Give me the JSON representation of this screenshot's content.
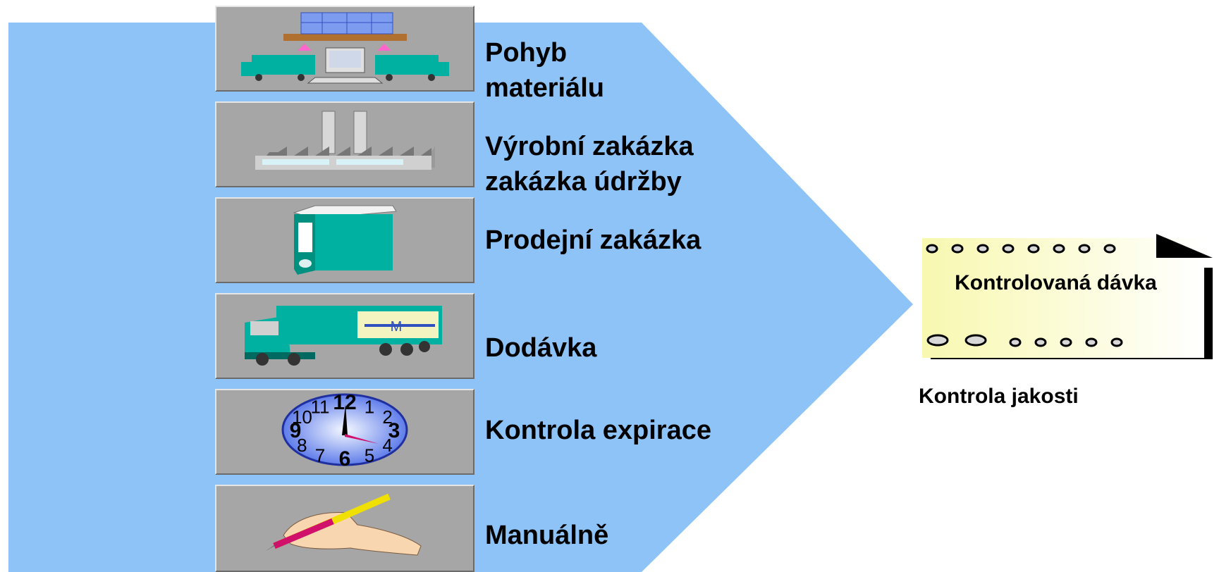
{
  "sources": [
    {
      "id": "material",
      "icon": "forklift-trucks-icon",
      "lines": [
        "Pohyb",
        "materiálu"
      ]
    },
    {
      "id": "production",
      "icon": "factory-icon",
      "lines": [
        "Výrobní zakázka",
        "zakázka údržby"
      ]
    },
    {
      "id": "sales",
      "icon": "binder-icon",
      "lines": [
        "Prodejní zakázka"
      ]
    },
    {
      "id": "delivery",
      "icon": "truck-icon",
      "lines": [
        "Dodávka"
      ]
    },
    {
      "id": "expiry",
      "icon": "clock-icon",
      "lines": [
        "Kontrola expirace"
      ]
    },
    {
      "id": "manual",
      "icon": "hand-pencil-icon",
      "lines": [
        "Manuálně"
      ]
    }
  ],
  "clock_numbers": [
    "12",
    "1",
    "2",
    "3",
    "4",
    "5",
    "6",
    "7",
    "8",
    "9",
    "10",
    "11"
  ],
  "result_card": {
    "label": "Kontrolovaná dávka",
    "icon": "punched-paper-icon"
  },
  "caption": "Kontrola jakosti",
  "colors": {
    "arrow": "#8ec3f7",
    "tile": "#a6a6a6",
    "teal": "#00b0a0",
    "card": "#fbfbc8",
    "pencil": "#f0e000"
  }
}
